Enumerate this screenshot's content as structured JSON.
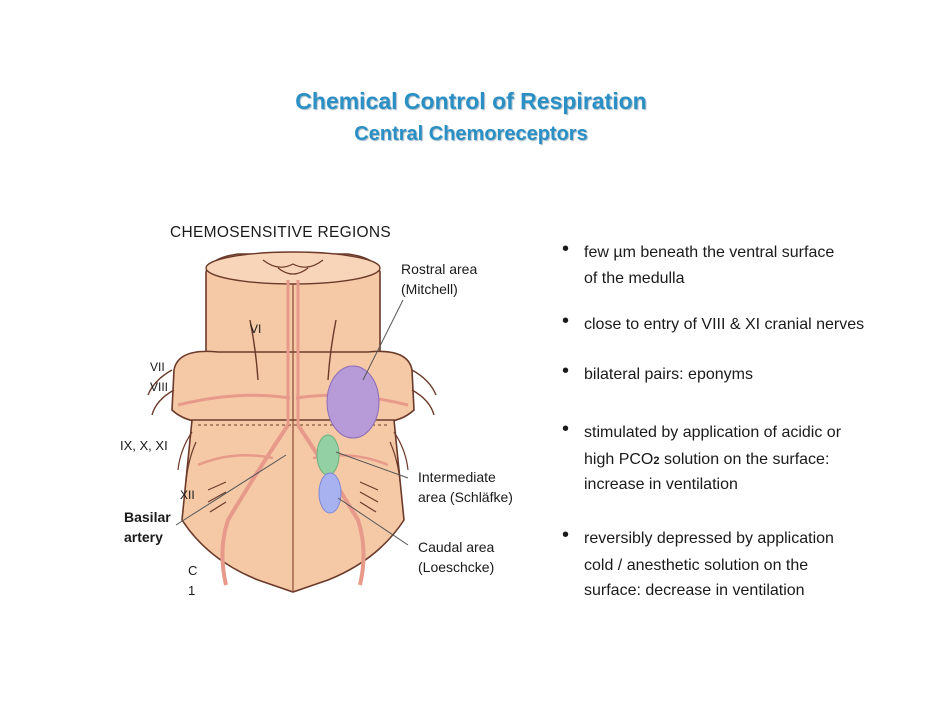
{
  "title": {
    "main": "Chemical Control of Respiration",
    "sub": "Central Chemoreceptors"
  },
  "figure": {
    "heading": "CHEMOSENSITIVE REGIONS",
    "labels": {
      "rostral_1": "Rostral area",
      "rostral_2": "(Mitchell)",
      "intermediate_1": "Intermediate",
      "intermediate_2": "area (Schläfke)",
      "caudal_1": "Caudal area",
      "caudal_2": "(Loeschcke)",
      "vi": "VI",
      "vii": "VII",
      "viii": "VIII",
      "ix_x_xi": "IX, X, XI",
      "xii": "XII",
      "basilar_1": "Basilar",
      "basilar_2": "artery",
      "c": "C",
      "one": "1"
    },
    "colors": {
      "tissue": "#f5c9a6",
      "outline": "#6b3a2a",
      "artery": "#e79a8a",
      "rostral": "#b79ad8",
      "intermediate": "#93d1a4",
      "caudal": "#a8b2f0"
    }
  },
  "bullets": [
    {
      "line1": "few µm beneath the ventral surface",
      "line2": "of the medulla"
    },
    {
      "line1": "close to entry of VIII & XI cranial nerves"
    },
    {
      "line1": "bilateral pairs: eponyms"
    },
    {
      "line1": "stimulated by application of acidic or",
      "line2_pre": "high P",
      "line2_sub1": "CO",
      "line2_sub2": "2",
      "line2_post": " solution on the surface:",
      "line3": "increase in ventilation"
    },
    {
      "line1": "reversibly depressed by application",
      "line2": "cold / anesthetic solution on the",
      "line3": "surface: decrease in ventilation"
    }
  ]
}
